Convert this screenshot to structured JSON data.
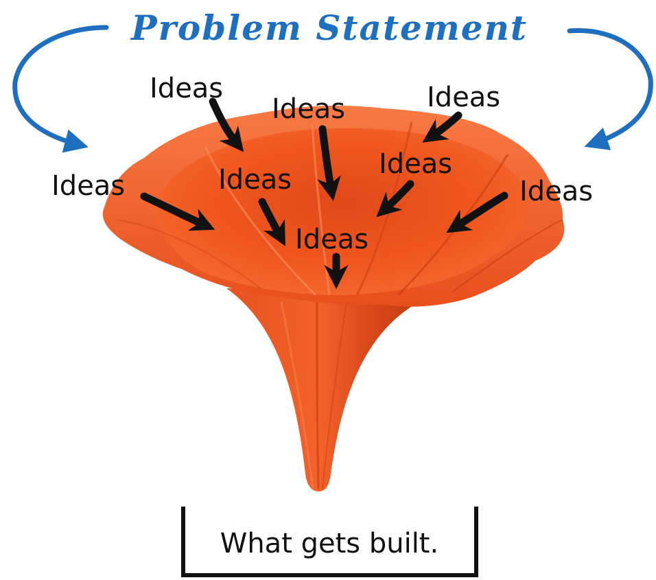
{
  "title": "Problem Statement",
  "idea_label": "Ideas",
  "caption": "What gets built.",
  "colors": {
    "title": "#1e6fc0",
    "funnel": "#f0531f",
    "funnel_dark": "#c93d14",
    "funnel_light": "#f77a45",
    "arrow": "#111111"
  },
  "icons": [
    "curved-arrow-icon",
    "down-arrow-icon",
    "funnel-icon"
  ]
}
